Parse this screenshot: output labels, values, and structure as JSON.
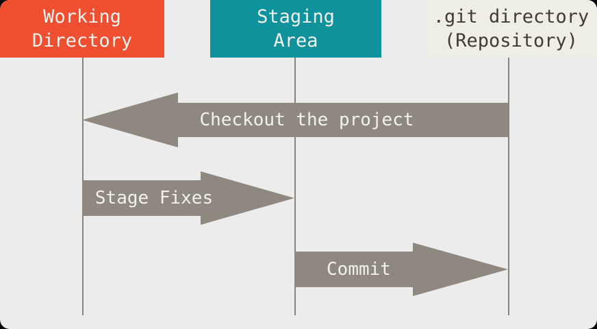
{
  "diagram": {
    "background_color": "#ececec",
    "lifeline_color": "#8a8177",
    "arrow_color": "#8f8880",
    "columns": [
      {
        "id": "working-directory",
        "label_lines": [
          "Working",
          "Directory"
        ],
        "color": "#f04e31",
        "text_color": "#f5f5f2"
      },
      {
        "id": "staging-area",
        "label_lines": [
          "Staging",
          "Area"
        ],
        "color": "#10929d",
        "text_color": "#f5f5f2"
      },
      {
        "id": "git-directory",
        "label_lines": [
          ".git directory",
          "(Repository)"
        ],
        "color": "#eeeee6",
        "text_color": "#3f3b35"
      }
    ],
    "arrows": [
      {
        "id": "checkout",
        "label": "Checkout the project",
        "direction": "left",
        "from": "git-directory",
        "to": "working-directory"
      },
      {
        "id": "stage-fixes",
        "label": "Stage Fixes",
        "direction": "right",
        "from": "working-directory",
        "to": "staging-area"
      },
      {
        "id": "commit",
        "label": "Commit",
        "direction": "right",
        "from": "staging-area",
        "to": "git-directory"
      }
    ]
  }
}
